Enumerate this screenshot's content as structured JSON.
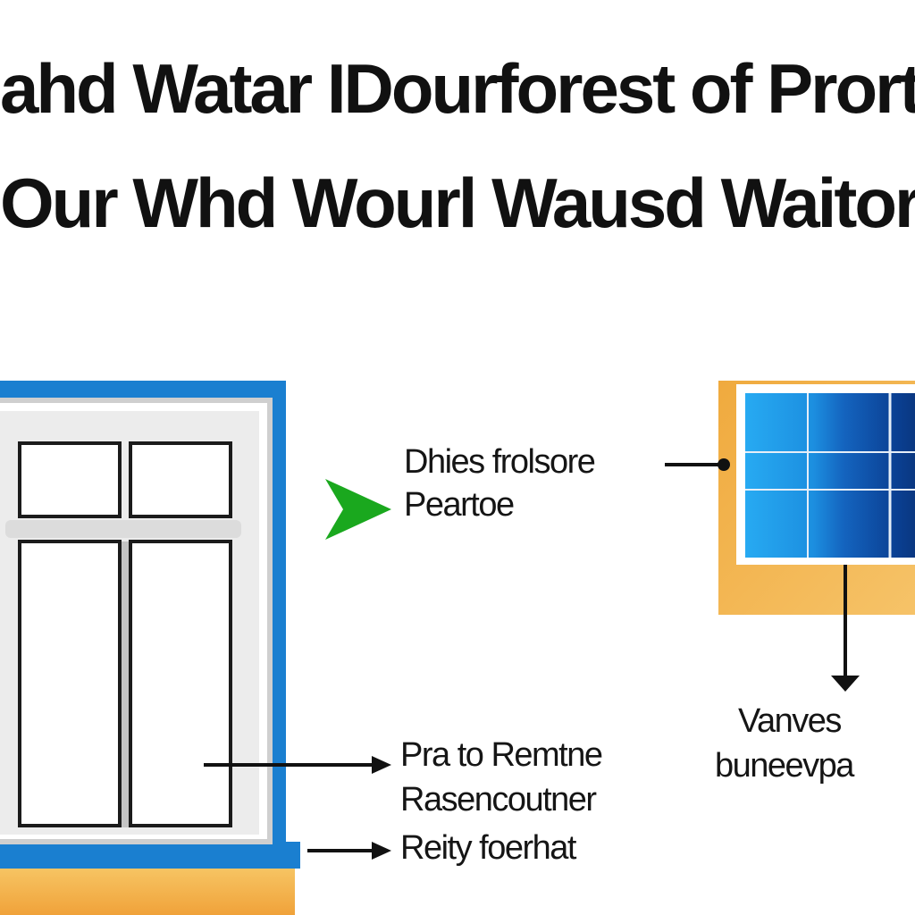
{
  "title": {
    "line1": "ahd Watar IDourforest of Prorth",
    "line2": "Our Whd Wourl Wausd Waitory"
  },
  "labels": {
    "top_middle_1": "Dhies frolsore",
    "top_middle_2": "Peartoe",
    "bottom_left_1": "Pra to Remtne",
    "bottom_left_2": "Rasencoutner",
    "bottom_left_3": "Reity foerhat",
    "bottom_right_1": "Vanves",
    "bottom_right_2": "buneevpa"
  },
  "colors": {
    "window_frame_blue": "#1a7fd0",
    "window_frame_inner": "#e8e8e8",
    "floor_orange": "#f2b24a",
    "panel_frame_orange": "#eca43c",
    "panel_blue_light": "#22a9f0",
    "panel_blue_dark": "#0b3d8c",
    "arrow_green": "#1aa81e",
    "line_black": "#111111"
  },
  "icons": {
    "window": "window-icon",
    "solar_panel": "solar-panel-icon",
    "pointer_arrow": "green-arrow-icon"
  }
}
